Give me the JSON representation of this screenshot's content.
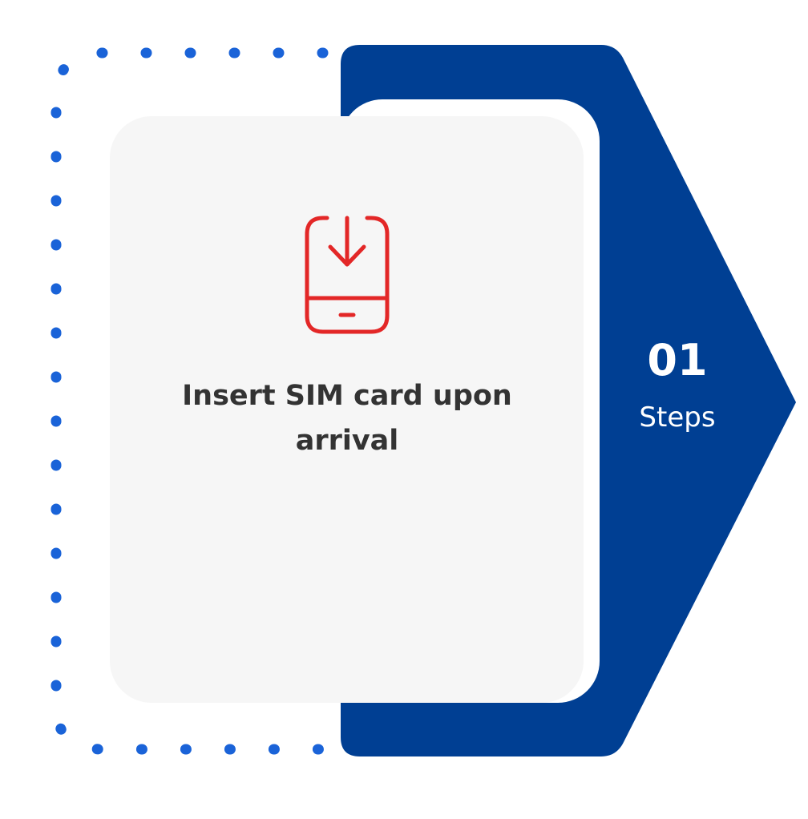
{
  "step": {
    "number": "01",
    "label": "Steps",
    "title": "Insert SIM card upon arrival",
    "icon": "phone-download-icon"
  },
  "colors": {
    "arrow": "#003f93",
    "dots": "#1a63d8",
    "card": "#f6f6f6",
    "icon": "#e32727",
    "title": "#333333",
    "step_text": "#ffffff"
  }
}
